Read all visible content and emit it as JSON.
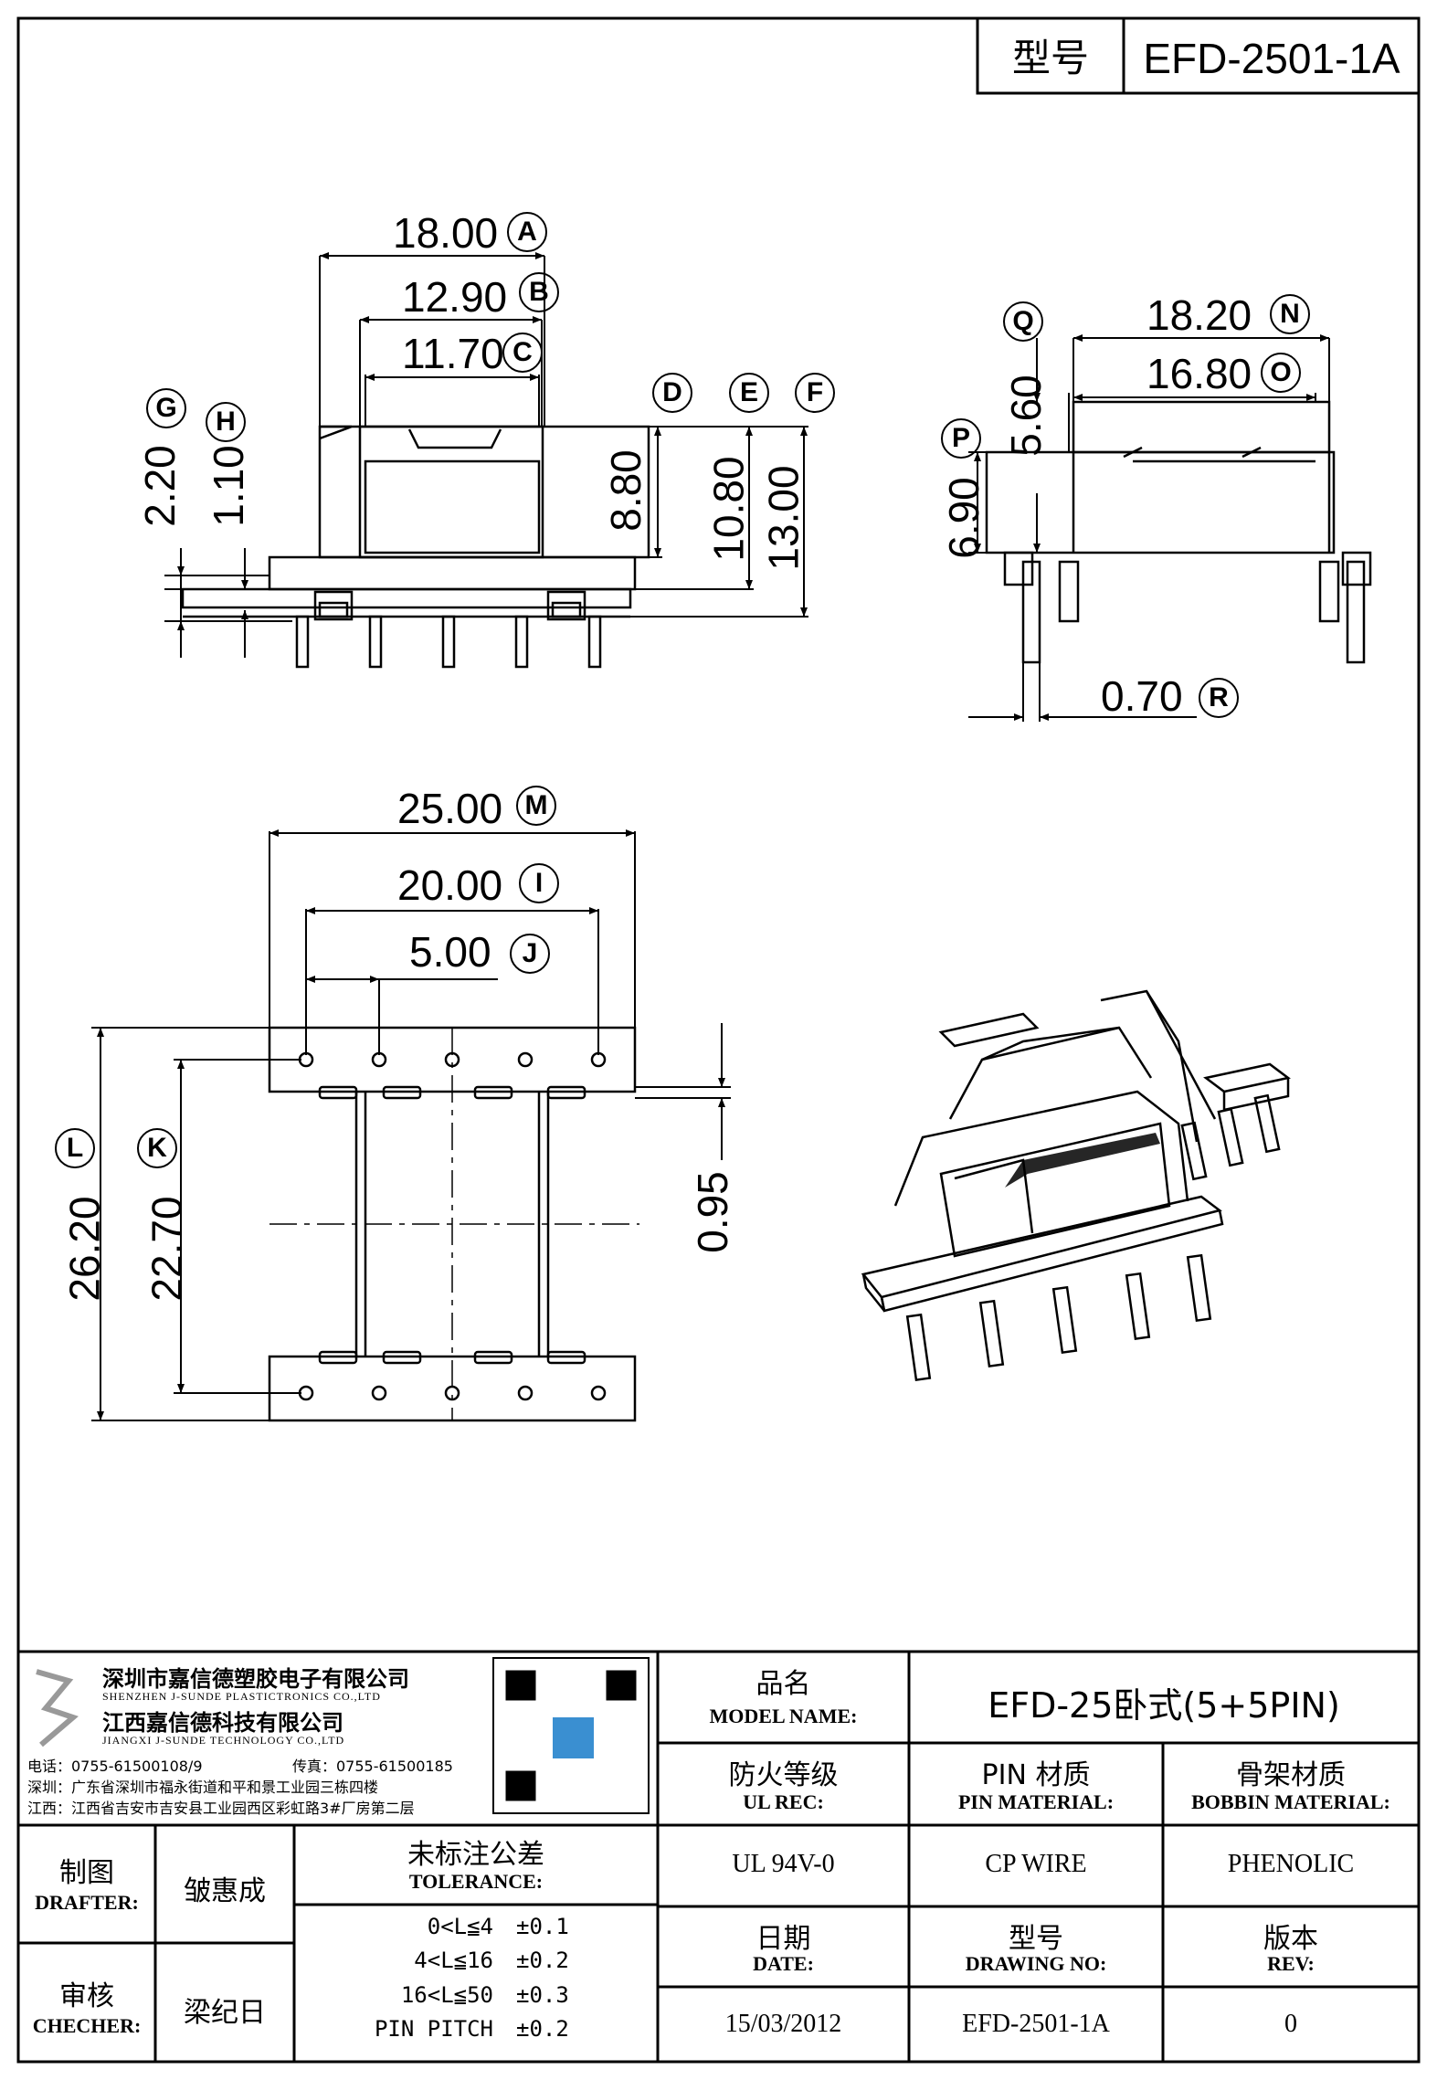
{
  "header": {
    "model_label": "型号",
    "model_value": "EFD-2501-1A"
  },
  "dims": {
    "A": {
      "value": "18.00",
      "label": "A"
    },
    "B": {
      "value": "12.90",
      "label": "B"
    },
    "C": {
      "value": "11.70",
      "label": "C"
    },
    "D": {
      "value": "8.80",
      "label": "D"
    },
    "E": {
      "value": "10.80",
      "label": "E"
    },
    "F": {
      "value": "13.00",
      "label": "F"
    },
    "G": {
      "value": "2.20",
      "label": "G"
    },
    "H": {
      "value": "1.10",
      "label": "H"
    },
    "N": {
      "value": "18.20",
      "label": "N"
    },
    "O": {
      "value": "16.80",
      "label": "O"
    },
    "P": {
      "value": "6.90",
      "label": "P"
    },
    "Q": {
      "value": "5.60",
      "label": "Q"
    },
    "R": {
      "value": "0.70",
      "label": "R"
    },
    "M": {
      "value": "25.00",
      "label": "M"
    },
    "I": {
      "value": "20.00",
      "label": "I"
    },
    "J": {
      "value": "5.00",
      "label": "J"
    },
    "L": {
      "value": "26.20",
      "label": "L"
    },
    "K": {
      "value": "22.70",
      "label": "K"
    },
    "pitch": {
      "value": "0.95"
    }
  },
  "company": {
    "name1": "深圳市嘉信德塑胶电子有限公司",
    "name1_en": "SHENZHEN J-SUNDE PLASTICTRONICS CO.,LTD",
    "name2": "江西嘉信德科技有限公司",
    "name2_en": "JIANGXI J-SUNDE TECHNOLOGY CO.,LTD",
    "phone": "电话：0755-61500108/9",
    "fax": "传真：0755-61500185",
    "addr_sz": "深圳：广东省深圳市福永街道和平和景工业园三栋四楼",
    "addr_jx": "江西：江西省吉安市吉安县工业园西区彩虹路3#厂房第二层"
  },
  "title_block": {
    "model_name_cn": "品名",
    "model_name_en": "MODEL NAME:",
    "model_name_val": "EFD-25卧式(5+5PIN)",
    "ul_cn": "防火等级",
    "ul_en": "UL REC:",
    "ul_val": "UL 94V-0",
    "pin_cn": "PIN 材质",
    "pin_en": "PIN MATERIAL:",
    "pin_val": "CP WIRE",
    "bobbin_cn": "骨架材质",
    "bobbin_en": "BOBBIN MATERIAL:",
    "bobbin_val": "PHENOLIC",
    "drafter_cn": "制图",
    "drafter_en": "DRAFTER:",
    "drafter_val": "皱惠成",
    "checker_cn": "审核",
    "checker_en": "CHECHER:",
    "checker_val": "梁纪日",
    "tol_cn": "未标注公差",
    "tol_en": "TOLERANCE:",
    "tol_rows": [
      {
        "range": "0<L≦4",
        "tol": "±0.1"
      },
      {
        "range": "4<L≦16",
        "tol": "±0.2"
      },
      {
        "range": "16<L≦50",
        "tol": "±0.3"
      },
      {
        "range": "PIN PITCH",
        "tol": "±0.2"
      }
    ],
    "date_cn": "日期",
    "date_en": "DATE:",
    "date_val": "15/03/2012",
    "drawno_cn": "型号",
    "drawno_en": "DRAWING NO:",
    "drawno_val": "EFD-2501-1A",
    "rev_cn": "版本",
    "rev_en": "REV:",
    "rev_val": "0"
  }
}
